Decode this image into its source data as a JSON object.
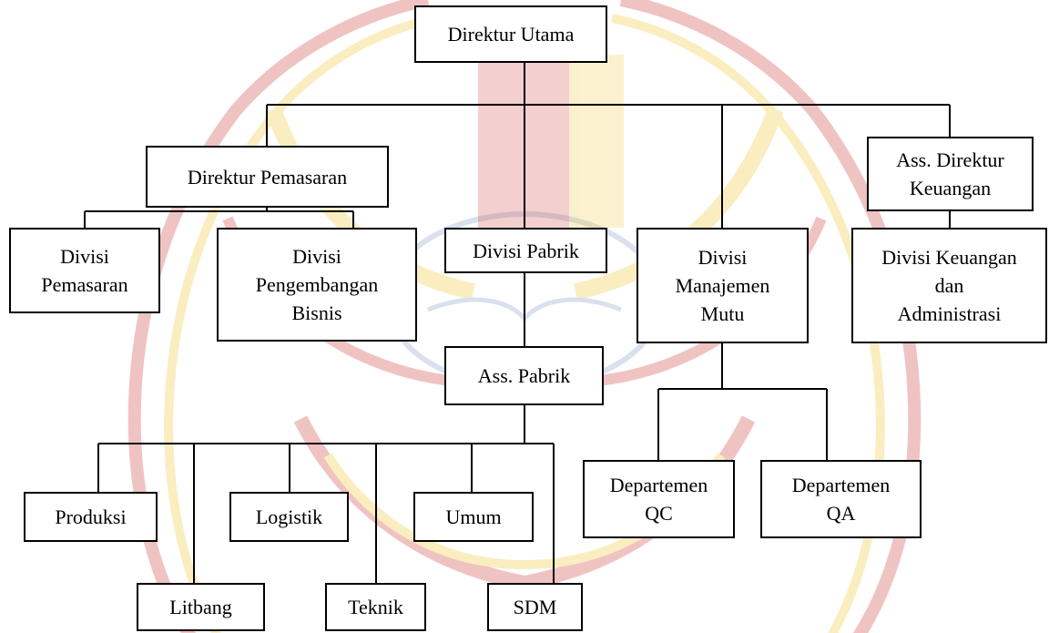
{
  "org_chart": {
    "direktur_utama": "Direktur Utama",
    "direktur_pemasaran": "Direktur Pemasaran",
    "ass_direktur_keuangan": [
      "Ass. Direktur",
      "Keuangan"
    ],
    "divisi_pemasaran": [
      "Divisi",
      "Pemasaran"
    ],
    "divisi_pengembangan_bisnis": [
      "Divisi",
      "Pengembangan",
      "Bisnis"
    ],
    "divisi_pabrik": "Divisi Pabrik",
    "divisi_manajemen_mutu": [
      "Divisi",
      "Manajemen",
      "Mutu"
    ],
    "divisi_keuangan": [
      "Divisi Keuangan",
      "dan",
      "Administrasi"
    ],
    "ass_pabrik": "Ass. Pabrik",
    "produksi": "Produksi",
    "litbang": "Litbang",
    "logistik": "Logistik",
    "teknik": "Teknik",
    "umum": "Umum",
    "sdm": "SDM",
    "departemen_qc": [
      "Departemen",
      "QC"
    ],
    "departemen_qa": [
      "Departemen",
      "QA"
    ]
  },
  "colors": {
    "line": "#000000",
    "watermark_red": "#cc2a2a",
    "watermark_yellow": "#f0c020",
    "watermark_blue": "#7a93c4"
  }
}
